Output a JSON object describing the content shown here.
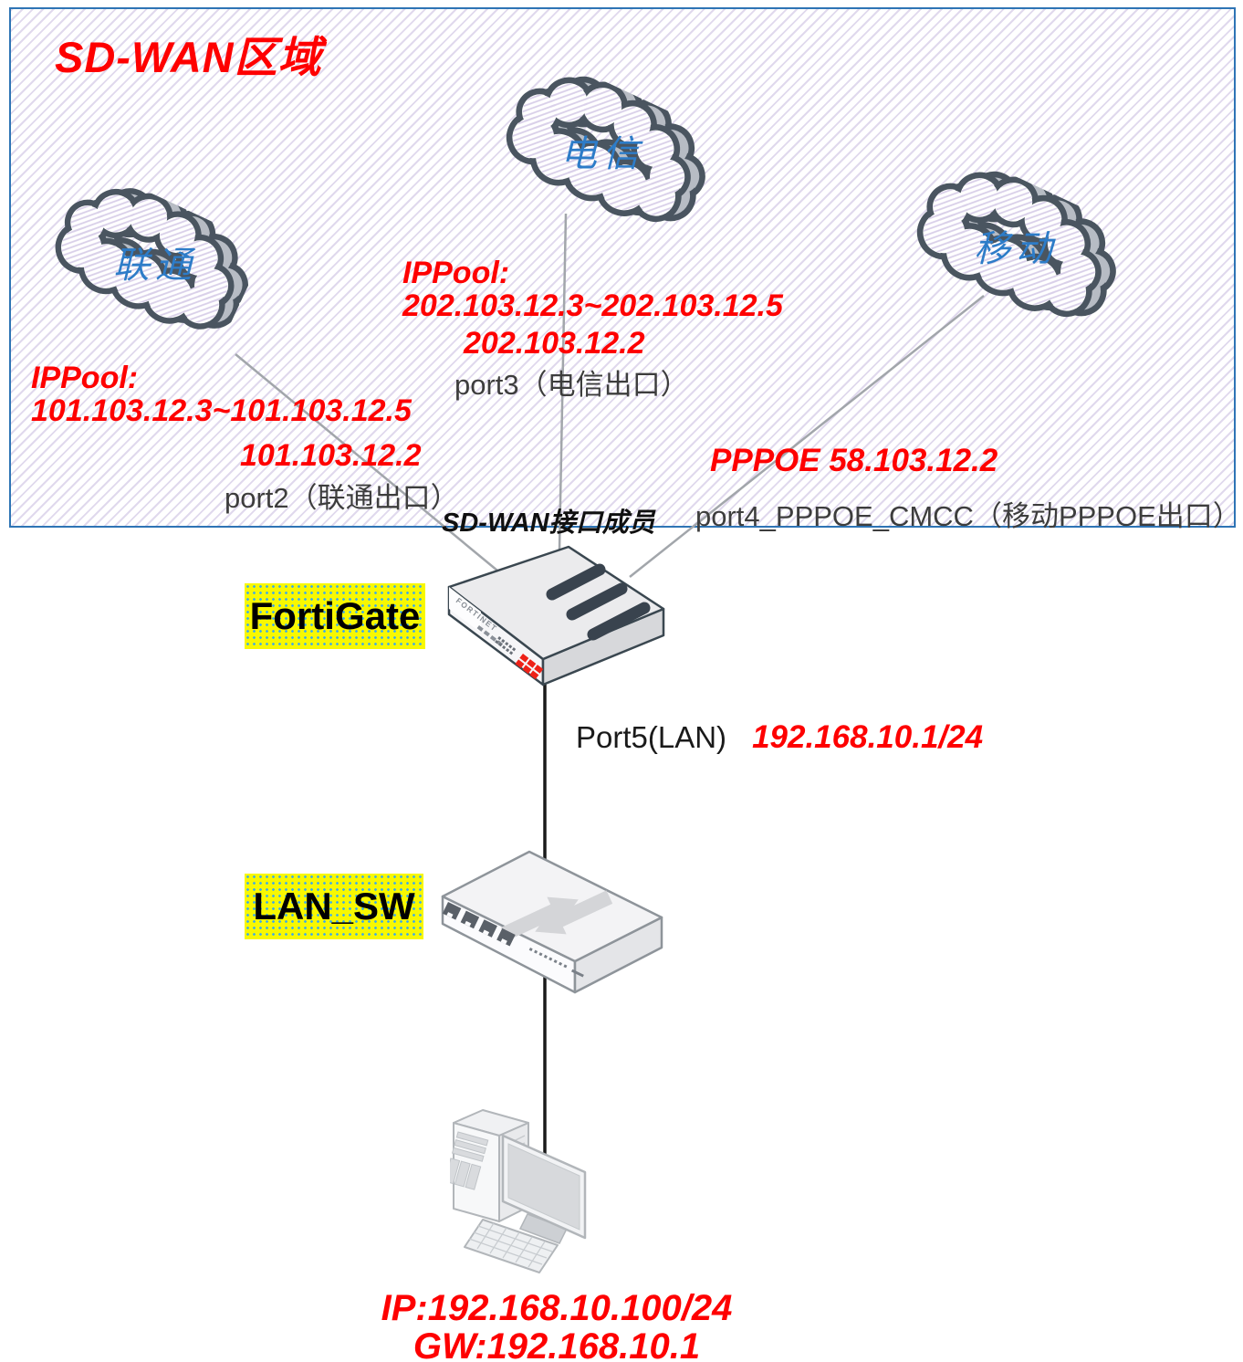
{
  "region": {
    "title": "SD-WAN区域"
  },
  "clouds": [
    {
      "label": "联通"
    },
    {
      "label": "电信"
    },
    {
      "label": "移动"
    }
  ],
  "annotations": {
    "telecom_ippool": [
      "IPPool:",
      "202.103.12.3~202.103.12.5"
    ],
    "telecom_gateway_ip": "202.103.12.2",
    "telecom_port": "port3（电信出口）",
    "unicom_ippool": [
      "IPPool:",
      "101.103.12.3~101.103.12.5"
    ],
    "unicom_gateway_ip": "101.103.12.2",
    "unicom_port": "port2（联通出口）",
    "mobile_pppoe": "PPPOE 58.103.12.2",
    "mobile_port": "port4_PPPOE_CMCC（移动PPPOE出口）",
    "sdwan_member": "SD-WAN接口成员",
    "lan_port": "Port5(LAN)",
    "lan_ip": "192.168.10.1/24",
    "pc_ip": "IP:192.168.10.100/24",
    "pc_gw": "GW:192.168.10.1"
  },
  "devices": {
    "fortigate": {
      "label": "FortiGate",
      "brand": "FORTINET"
    },
    "lan_switch": {
      "label": "LAN_SW"
    }
  },
  "colors": {
    "accent_red": "#fe0000",
    "cloud_label_blue": "#2d7cc8",
    "highlight_yellow": "#f8f800",
    "region_border_blue": "#2e74b5",
    "connector_gray": "#a2a6ab",
    "connector_black": "#1a1a1a"
  }
}
